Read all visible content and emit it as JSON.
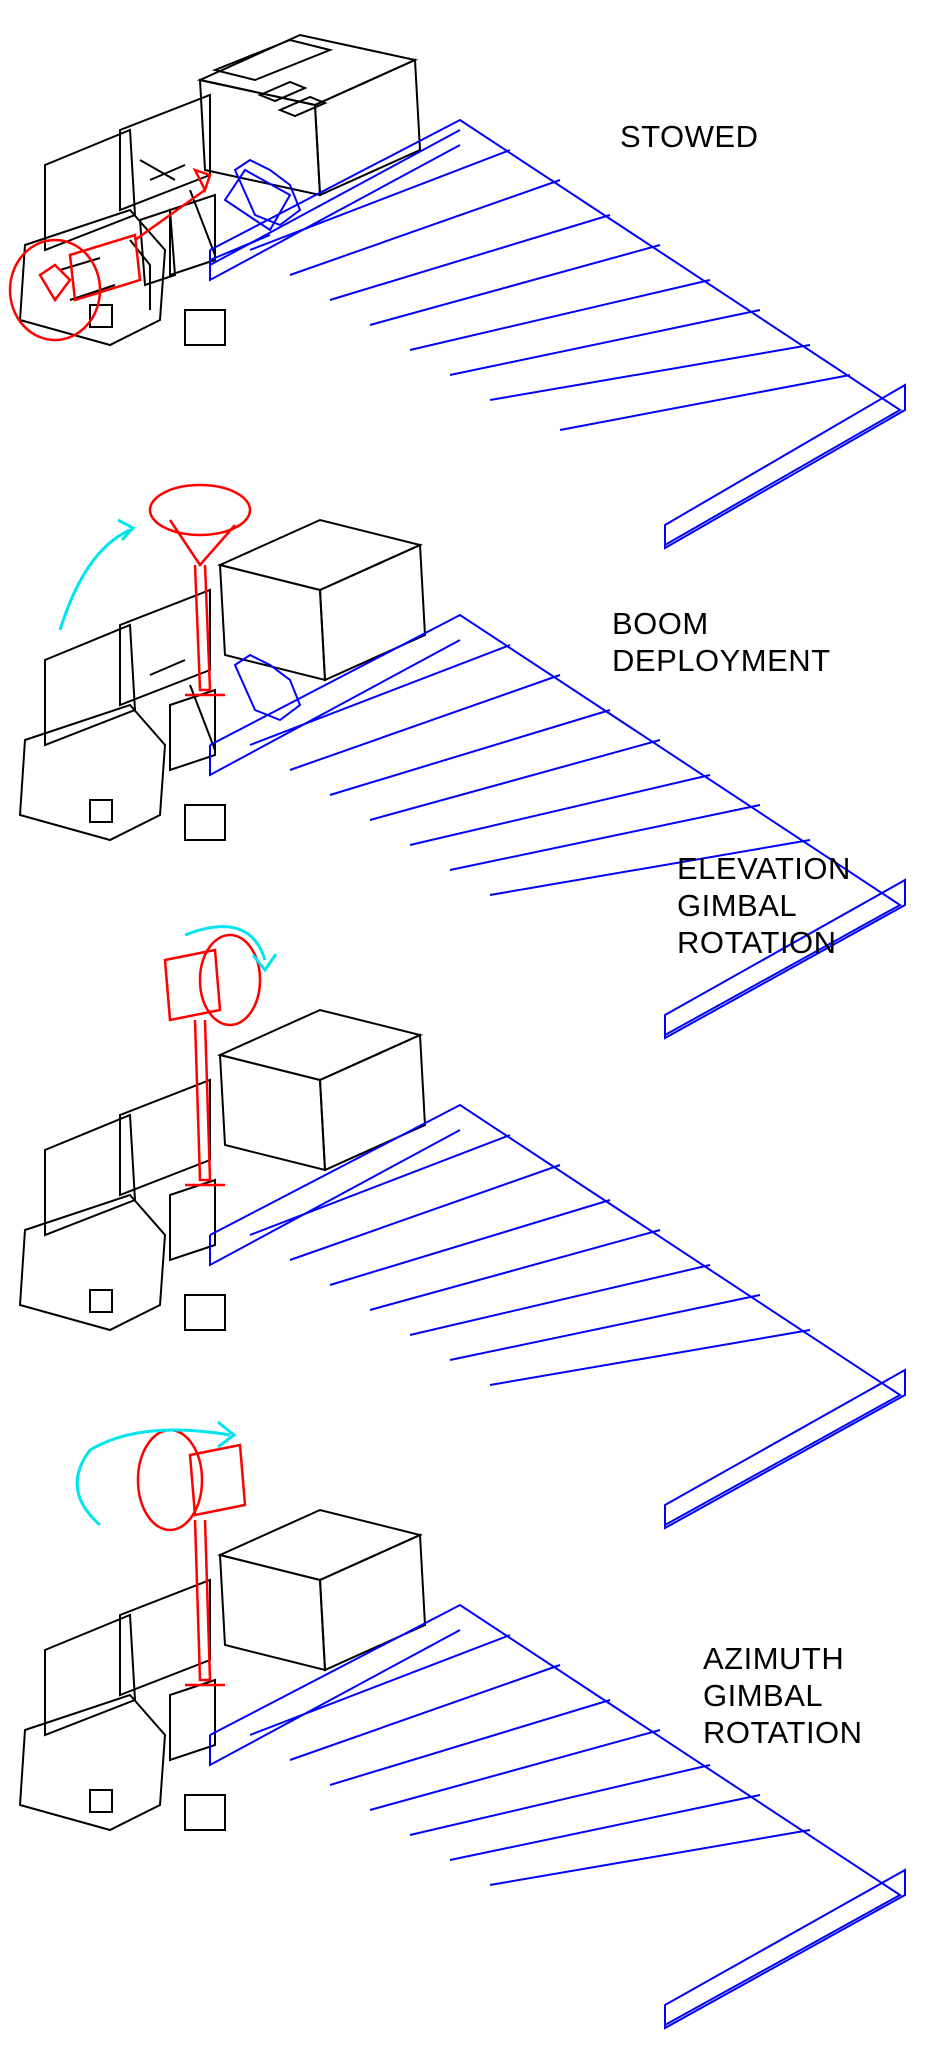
{
  "title": "",
  "colors": {
    "spacecraft": "#000000",
    "boom_antenna": "#ff0000",
    "solar_array": "#0000ff",
    "motion_arrow": "#00e5ee",
    "background": "#ffffff"
  },
  "stages": [
    {
      "id": "stowed",
      "lines": [
        "STOWED"
      ],
      "antenna_state": "stowed"
    },
    {
      "id": "boom-deployment",
      "lines": [
        "BOOM",
        "DEPLOYMENT"
      ],
      "antenna_state": "boom-raised",
      "arrow": "curved-up"
    },
    {
      "id": "elevation-gimbal-rotation",
      "lines": [
        "ELEVATION",
        "GIMBAL",
        "ROTATION"
      ],
      "antenna_state": "elevation-rotated",
      "arrow": "curved-over"
    },
    {
      "id": "azimuth-gimbal-rotation",
      "lines": [
        "AZIMUTH",
        "GIMBAL",
        "ROTATION"
      ],
      "antenna_state": "azimuth-rotated",
      "arrow": "curved-around"
    }
  ]
}
